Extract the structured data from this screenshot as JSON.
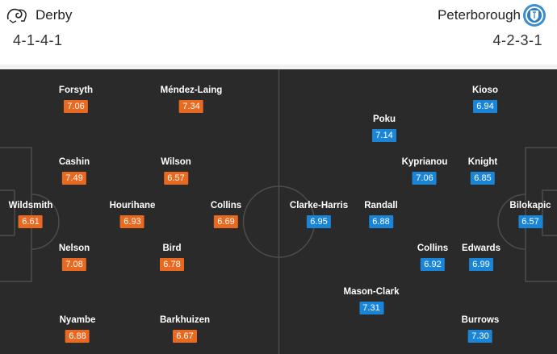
{
  "home": {
    "name": "Derby",
    "formation": "4-1-4-1",
    "badge_icon": "ram-badge-icon",
    "rating_color": "#e8691f",
    "players": [
      {
        "name": "Forsyth",
        "rating": "7.06"
      },
      {
        "name": "Méndez-Laing",
        "rating": "7.34"
      },
      {
        "name": "Cashin",
        "rating": "7.49"
      },
      {
        "name": "Wilson",
        "rating": "6.57"
      },
      {
        "name": "Wildsmith",
        "rating": "6.61"
      },
      {
        "name": "Hourihane",
        "rating": "6.93"
      },
      {
        "name": "Collins",
        "rating": "6.69"
      },
      {
        "name": "Nelson",
        "rating": "7.08"
      },
      {
        "name": "Bird",
        "rating": "6.78"
      },
      {
        "name": "Nyambe",
        "rating": "6.88"
      },
      {
        "name": "Barkhuizen",
        "rating": "6.67"
      }
    ]
  },
  "away": {
    "name": "Peterborough",
    "formation": "4-2-3-1",
    "badge_icon": "peterborough-crest-icon",
    "rating_color": "#1a85d6",
    "players": [
      {
        "name": "Kioso",
        "rating": "6.94"
      },
      {
        "name": "Poku",
        "rating": "7.14"
      },
      {
        "name": "Kyprianou",
        "rating": "7.06"
      },
      {
        "name": "Knight",
        "rating": "6.85"
      },
      {
        "name": "Clarke-Harris",
        "rating": "6.95"
      },
      {
        "name": "Randall",
        "rating": "6.88"
      },
      {
        "name": "Bilokapic",
        "rating": "6.57"
      },
      {
        "name": "Collins",
        "rating": "6.92"
      },
      {
        "name": "Edwards",
        "rating": "6.99"
      },
      {
        "name": "Mason-Clark",
        "rating": "7.31"
      },
      {
        "name": "Burrows",
        "rating": "7.30"
      }
    ]
  }
}
